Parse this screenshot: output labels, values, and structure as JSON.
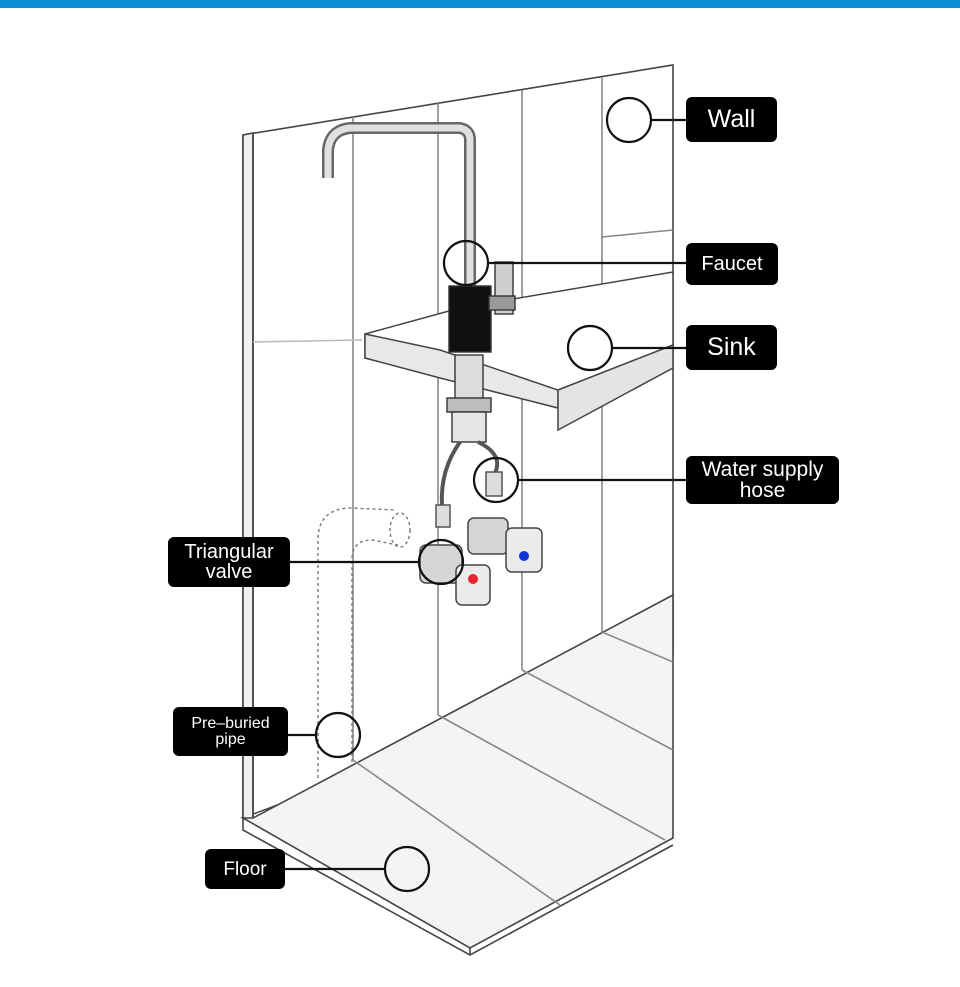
{
  "colors": {
    "accent_bar": "#0a8fd6",
    "label_bg": "#000000",
    "label_text": "#ffffff",
    "line": "#222222",
    "hot": "#e8252a",
    "cold": "#1434d8"
  },
  "labels": {
    "wall": "Wall",
    "faucet": "Faucet",
    "sink": "Sink",
    "hose_line1": "Water supply",
    "hose_line2": "hose",
    "valve_line1": "Triangular",
    "valve_line2": "valve",
    "pipe_line1": "Pre–buried",
    "pipe_line2": "pipe",
    "floor": "Floor"
  }
}
